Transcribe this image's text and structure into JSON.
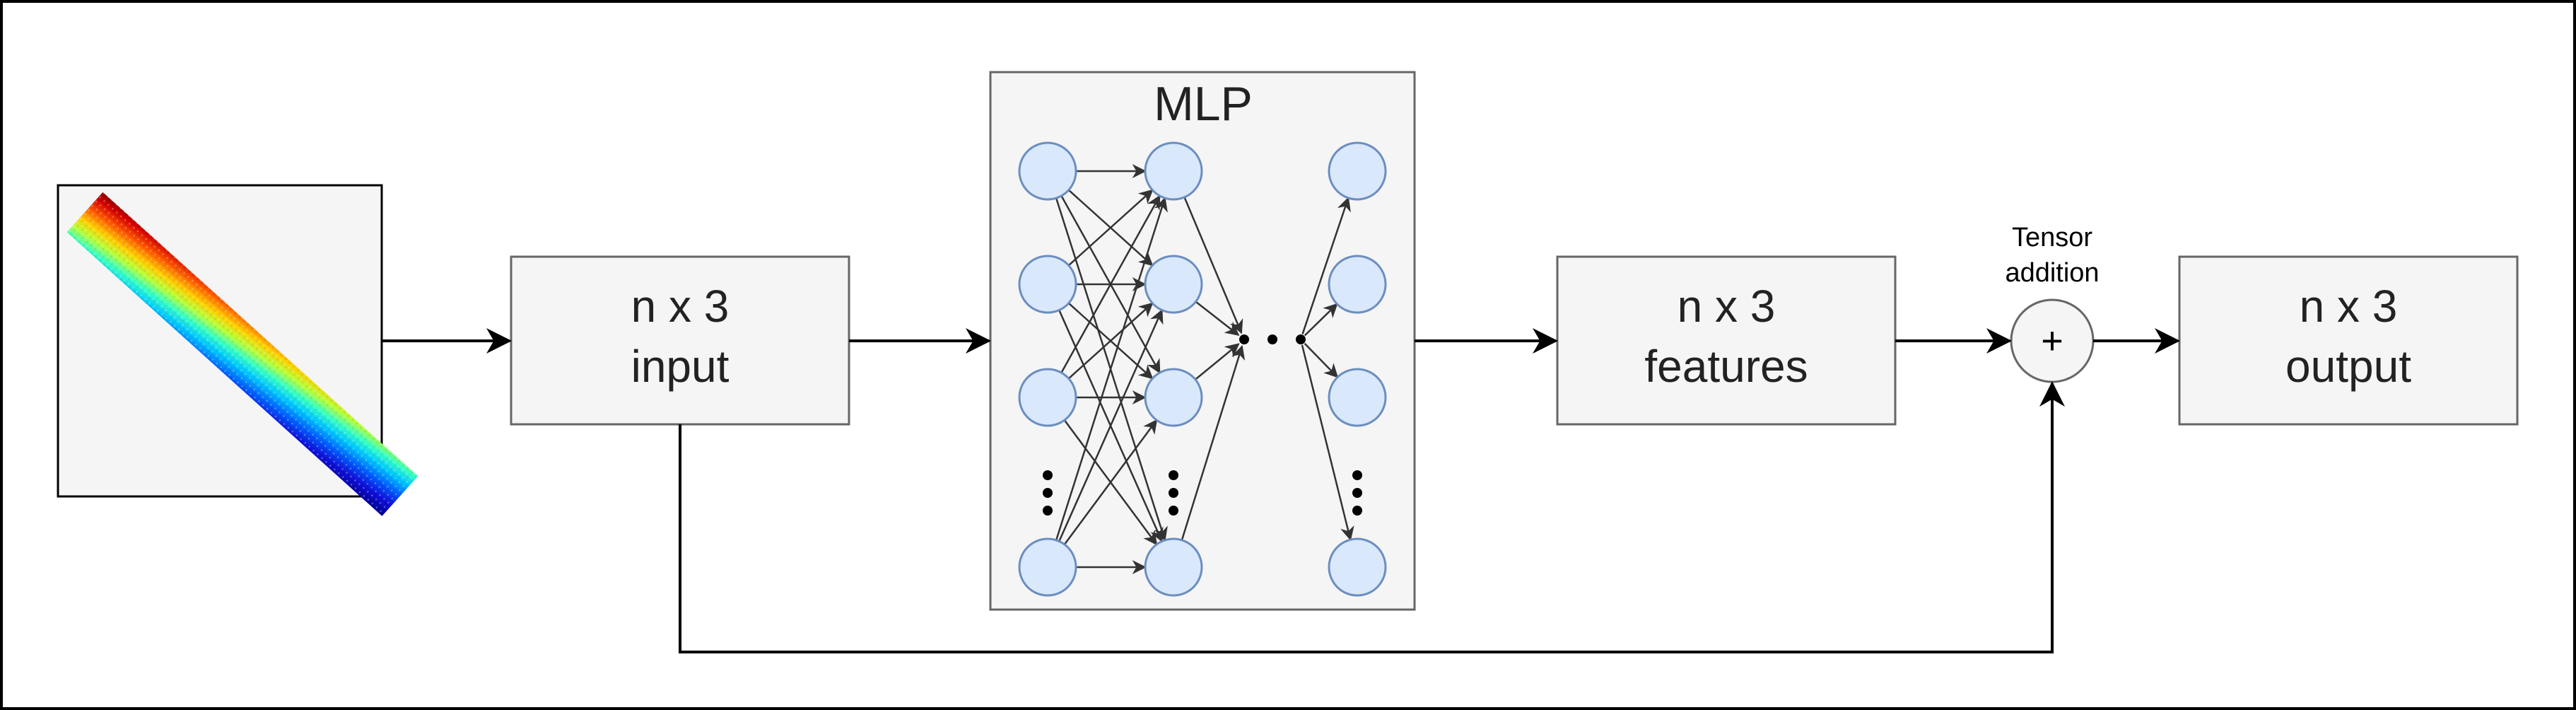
{
  "mlp": {
    "title": "MLP"
  },
  "input_block": {
    "line1": "n x 3",
    "line2": "input"
  },
  "features_block": {
    "line1": "n x 3",
    "line2": "features"
  },
  "output_block": {
    "line1": "n x 3",
    "line2": "output"
  },
  "adder": {
    "label_line1": "Tensor",
    "label_line2": "addition",
    "symbol": "+"
  },
  "colors": {
    "box_fill": "#f5f5f5",
    "box_stroke": "#666666",
    "node_fill": "#dae8fc",
    "node_stroke": "#6c8ebf",
    "arrow": "#000000",
    "mlp_edges": "#333333"
  }
}
